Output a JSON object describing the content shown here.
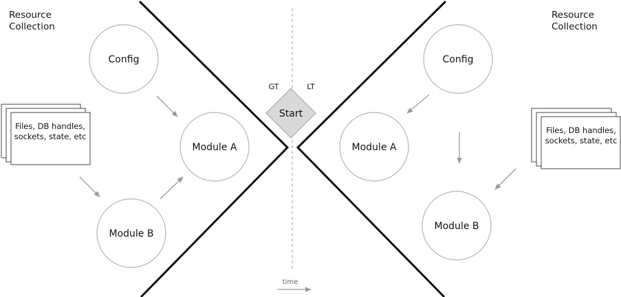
{
  "left": {
    "title_line1": "Resource",
    "title_line2": "Collection",
    "config": "Config",
    "module_a": "Module A",
    "module_b": "Module B",
    "resources_line1": "Files, DB handles,",
    "resources_line2": "sockets, state, etc"
  },
  "right": {
    "title_line1": "Resource",
    "title_line2": "Collection",
    "config": "Config",
    "module_a": "Module A",
    "module_b": "Module B",
    "resources_line1": "Files, DB handles,",
    "resources_line2": "sockets, state, etc"
  },
  "center": {
    "start": "Start",
    "gt": "GT",
    "lt": "LT",
    "time": "time"
  },
  "colors": {
    "divider": "#111111",
    "circle_stroke": "#b5b5b5",
    "arrow": "#9a9a9a",
    "diamond_fill": "#d9d9d9"
  }
}
